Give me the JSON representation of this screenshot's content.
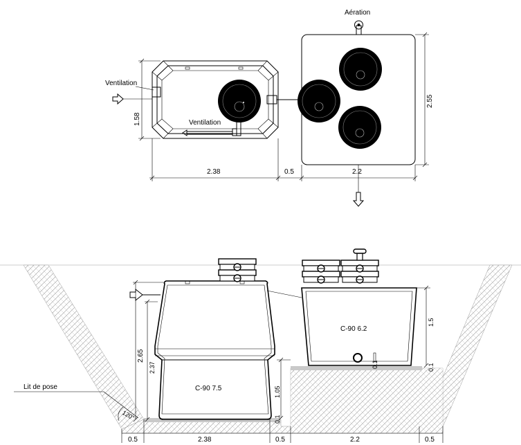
{
  "top_view": {
    "aeration_label": "Aération",
    "ventilation_left_label": "Ventilation",
    "ventilation_inner_label": "Ventilation",
    "dim_height_left": "1.58",
    "dim_height_right": "2.55",
    "dim_width_tank": "2.38",
    "dim_gap": "0.5",
    "dim_width_filter": "2.2"
  },
  "section_view": {
    "tank_label": "C-90 7.5",
    "filter_label": "C-90 6.2",
    "bedding_label": "Lit de pose",
    "angle_label": "120°",
    "dim_total_height": "2.65",
    "dim_body_height": "2.37",
    "dim_filter_height": "1.5",
    "dim_filter_base": "0.1",
    "dim_filter_base_right": "0.1",
    "dim_step": "1.05",
    "dim_bed": "0.1",
    "bottom_dims": [
      "0.5",
      "2.38",
      "0.5",
      "2.2",
      "0.5"
    ]
  }
}
